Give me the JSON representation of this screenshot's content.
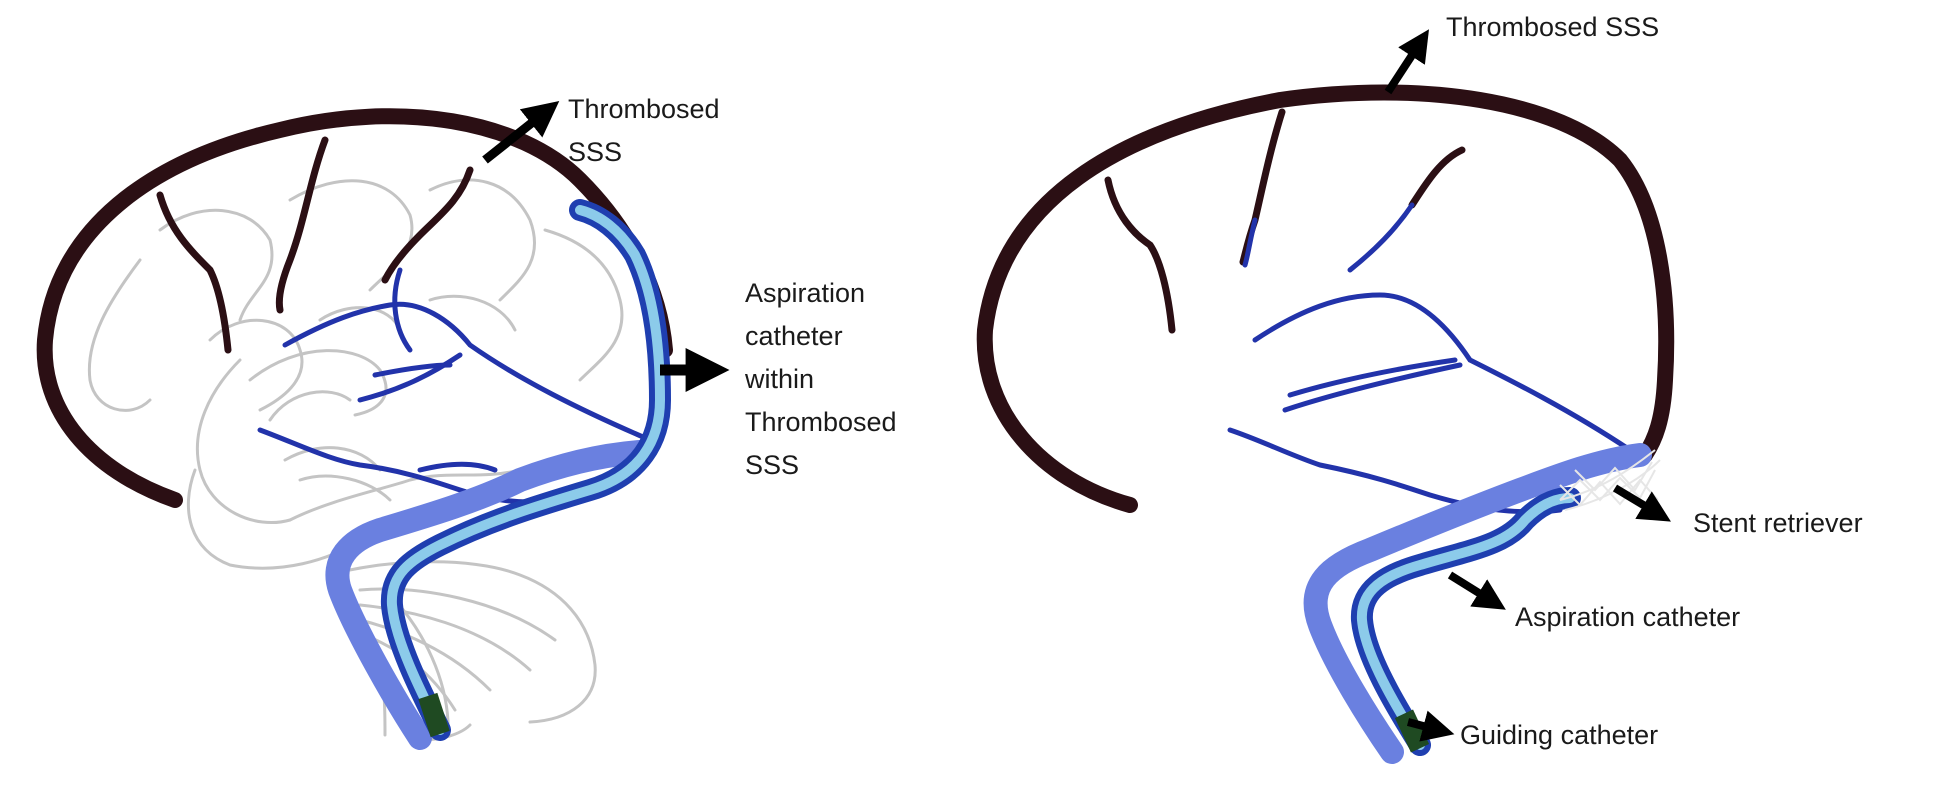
{
  "left_panel": {
    "label_sss": [
      "Thrombosed",
      "SSS"
    ],
    "label_aspiration": [
      "Aspiration",
      "catheter",
      "within",
      "Thrombosed",
      "SSS"
    ]
  },
  "right_panel": {
    "label_sss": "Thrombosed SSS",
    "label_stent": "Stent retriever",
    "label_aspiration": "Aspiration catheter",
    "label_guiding": "Guiding catheter"
  },
  "colors": {
    "sinus": "#2b0f14",
    "vein": "#2233aa",
    "outer_vessel": "#6a80e0",
    "catheter_dark": "#1f3fb0",
    "catheter_light": "#8ccbea",
    "brain_outline": "#c4c4c4",
    "guiding_tip": "#1f4a22",
    "arrow": "#000000"
  }
}
